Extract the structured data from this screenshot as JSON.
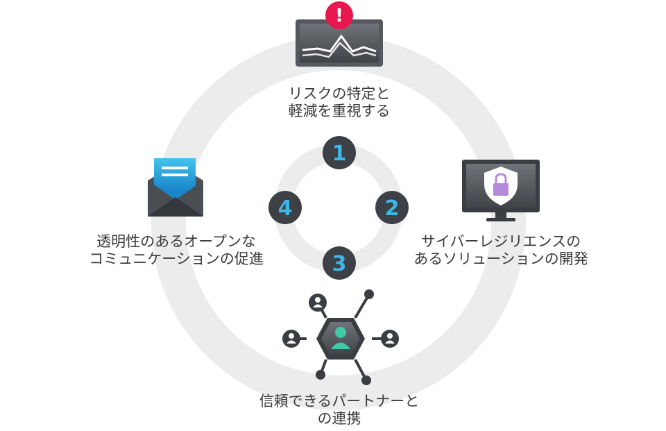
{
  "steps": [
    {
      "number": "1",
      "line1": "リスクの特定と",
      "line2": "軽減を重視する"
    },
    {
      "number": "2",
      "line1": "サイバーレジリエンスの",
      "line2": "あるソリューションの開発"
    },
    {
      "number": "3",
      "line1": "信頼できるパートナーと",
      "line2": "の連携"
    },
    {
      "number": "4",
      "line1": "透明性のあるオープンな",
      "line2": "コミュニケーションの促進"
    }
  ],
  "alert_symbol": "!",
  "colors": {
    "ring": "#ececec",
    "badge": "#3d4045",
    "number": "#3fb6e8",
    "alert": "#e8174f",
    "mail": "#2aa6e0",
    "lock": "#b58ad8",
    "person": "#3ec9a7"
  },
  "icons": {
    "step1": "risk-chart-alert-icon",
    "step2": "monitor-shield-lock-icon",
    "step3": "network-people-hexagon-icon",
    "step4": "mail-envelope-icon"
  }
}
